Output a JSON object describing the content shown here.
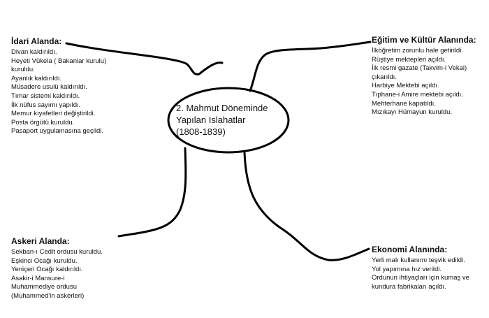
{
  "center": {
    "lines": [
      "2. Mahmut Döneminde",
      "Yapılan Islahatlar",
      "(1808-1839)"
    ]
  },
  "nodes": {
    "idari": {
      "title": "İdari Alanda:",
      "items": [
        "Divan kaldırıldı.",
        "Heyeti Vükela ( Bakanlar kurulu)",
        "kuruldu.",
        "Ayanlık kaldırıldı.",
        "Müsadere usulü kaldırıldı.",
        "Tımar sistemi kaldırıldı.",
        "İlk nüfus sayımı yapıldı.",
        "Memur kıyafetleri değiştirildi.",
        "Posta örgütü kuruldu.",
        "Pasaport uygulamasına geçildi."
      ]
    },
    "egitim": {
      "title": "Eğitim ve Kültür Alanında:",
      "items": [
        "İlköğretim zorunlu hale getirildi.",
        "Rüştiye mektepleri açıldı.",
        "İlk resmi gazate (Takvim-i Vekai)",
        "çıkarıldı.",
        "Harbiye Mektebi açıldı.",
        "Tıphane-i Amire mektebi açıldı.",
        "Mehterhane kapatıldı.",
        "Mızıkayı Hümayun kuruldu."
      ]
    },
    "askeri": {
      "title": "Askeri Alanda:",
      "items": [
        "Sekban-ı Cedit ordusu kuruldu.",
        "Eşkinci Ocağı kuruldu.",
        "Yeniçeri Ocağı kaldırıldı.",
        "Asakir-i Mansure-i",
        "Muhammediye ordusu",
        "(Muhammed'in askerleri)"
      ]
    },
    "ekonomi": {
      "title": "Ekonomi Alanında:",
      "items": [
        "Yerli malı kullanımı teşvik edildi.",
        "Yol yapımına hız verildi.",
        "Ordunun ihtiyaçları için kumaş ve",
        "kundura fabrikaları açıldı."
      ]
    }
  }
}
